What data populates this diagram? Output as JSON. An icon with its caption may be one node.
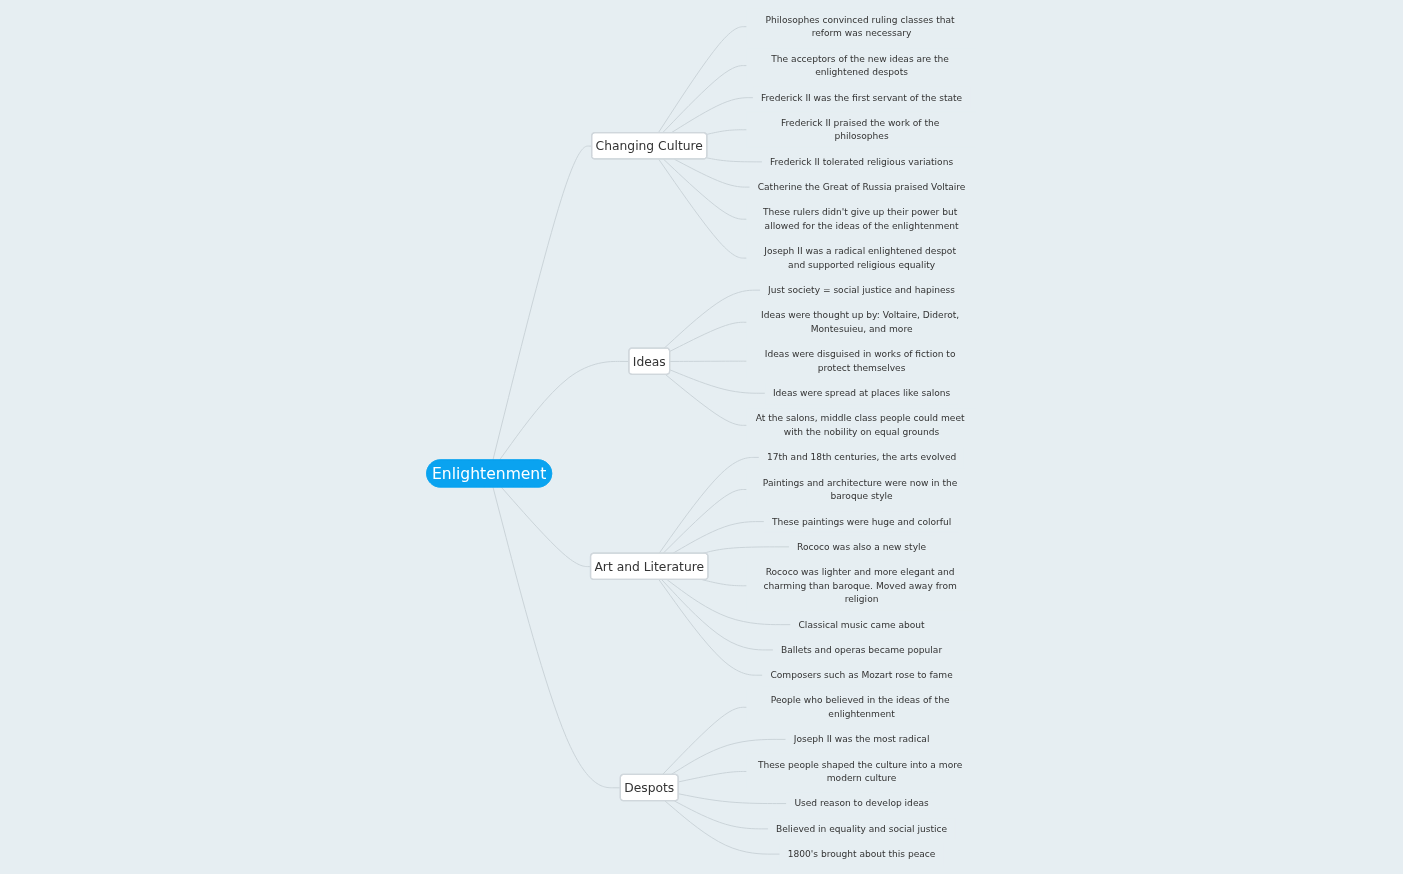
{
  "diagram": {
    "nodes": [
      {
        "text": [
          "Enlightenment"
        ]
      },
      {
        "text": [
          "Changing Culture"
        ]
      },
      {
        "text": [
          "Philosophes convinced ruling classes that reform was necessary"
        ]
      },
      {
        "text": [
          "The acceptors of the new ideas are the enlightened despots"
        ]
      },
      {
        "text": [
          "Frederick II was the first servant of the state"
        ]
      },
      {
        "text": [
          "Frederick II praised the work of the philosophes"
        ]
      },
      {
        "text": [
          "Frederick II tolerated religious variations"
        ]
      },
      {
        "text": [
          "Catherine the Great of Russia praised Voltaire"
        ]
      },
      {
        "text": [
          "These rulers didn't give up their power but allowed for the ideas of the enlightenment"
        ]
      },
      {
        "text": [
          "Joseph II was a radical enlightened despot and supported religious equality"
        ]
      },
      {
        "text": [
          "Ideas"
        ]
      },
      {
        "text": [
          "Just society = social justice and hapiness"
        ]
      },
      {
        "text": [
          "Ideas were thought up by: Voltaire, Diderot, Montesuieu, and more"
        ]
      },
      {
        "text": [
          "Ideas were disguised in works of fiction to protect themselves"
        ]
      },
      {
        "text": [
          "Ideas were spread at places like salons"
        ]
      },
      {
        "text": [
          "At the salons, middle class people could meet with the nobility on equal grounds"
        ]
      },
      {
        "text": [
          "Art and Literature"
        ]
      },
      {
        "text": [
          "17th and 18th centuries, the arts evolved"
        ]
      },
      {
        "text": [
          "Paintings and architecture were now in the baroque style"
        ]
      },
      {
        "text": [
          "These paintings were huge and colorful"
        ]
      },
      {
        "text": [
          "Rococo was also a new style"
        ]
      },
      {
        "text": [
          "Rococo was lighter and more elegant and charming than baroque. Moved away from religion"
        ]
      },
      {
        "text": [
          "Classical music came about"
        ]
      },
      {
        "text": [
          "Ballets and operas became popular"
        ]
      },
      {
        "text": [
          "Composers such as Mozart rose to fame"
        ]
      },
      {
        "text": [
          "Despots"
        ]
      },
      {
        "text": [
          "People who believed in the ideas of the enlightenment"
        ]
      },
      {
        "text": [
          "Joseph II was the most radical"
        ]
      },
      {
        "text": [
          "These people shaped the culture into a more modern culture"
        ]
      },
      {
        "text": [
          "Used reason to develop ideas"
        ]
      },
      {
        "text": [
          "Believed in equality and social justice"
        ]
      },
      {
        "text": [
          "1800's brought about this peace"
        ]
      }
    ],
    "edges": [
      {
        "from": 0,
        "to": 1,
        "arrow": "none"
      },
      {
        "from": 0,
        "to": 10,
        "arrow": "none"
      },
      {
        "from": 0,
        "to": 16,
        "arrow": "none"
      },
      {
        "from": 0,
        "to": 25,
        "arrow": "none"
      },
      {
        "from": 1,
        "to": 2,
        "arrow": "none"
      },
      {
        "from": 1,
        "to": 3,
        "arrow": "none"
      },
      {
        "from": 1,
        "to": 4,
        "arrow": "none"
      },
      {
        "from": 1,
        "to": 5,
        "arrow": "none"
      },
      {
        "from": 1,
        "to": 6,
        "arrow": "none"
      },
      {
        "from": 1,
        "to": 7,
        "arrow": "none"
      },
      {
        "from": 1,
        "to": 8,
        "arrow": "none"
      },
      {
        "from": 1,
        "to": 9,
        "arrow": "none"
      },
      {
        "from": 10,
        "to": 11,
        "arrow": "none"
      },
      {
        "from": 10,
        "to": 12,
        "arrow": "none"
      },
      {
        "from": 10,
        "to": 13,
        "arrow": "none"
      },
      {
        "from": 10,
        "to": 14,
        "arrow": "none"
      },
      {
        "from": 10,
        "to": 15,
        "arrow": "none"
      },
      {
        "from": 16,
        "to": 17,
        "arrow": "none"
      },
      {
        "from": 16,
        "to": 18,
        "arrow": "none"
      },
      {
        "from": 16,
        "to": 19,
        "arrow": "none"
      },
      {
        "from": 16,
        "to": 20,
        "arrow": "none"
      },
      {
        "from": 16,
        "to": 21,
        "arrow": "none"
      },
      {
        "from": 16,
        "to": 22,
        "arrow": "none"
      },
      {
        "from": 16,
        "to": 23,
        "arrow": "none"
      },
      {
        "from": 16,
        "to": 24,
        "arrow": "none"
      },
      {
        "from": 25,
        "to": 26,
        "arrow": "none"
      },
      {
        "from": 25,
        "to": 27,
        "arrow": "none"
      },
      {
        "from": 25,
        "to": 28,
        "arrow": "none"
      },
      {
        "from": 25,
        "to": 29,
        "arrow": "none"
      },
      {
        "from": 25,
        "to": 30,
        "arrow": "none"
      },
      {
        "from": 25,
        "to": 31,
        "arrow": "none"
      }
    ]
  }
}
